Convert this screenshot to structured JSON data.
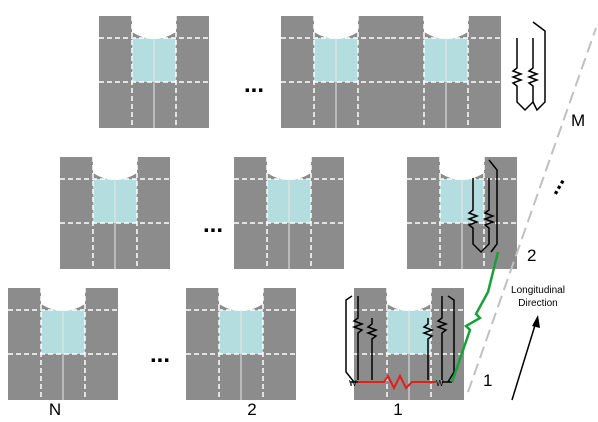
{
  "labels": {
    "column_n": "N",
    "column_2": "2",
    "column_1": "1",
    "row_1": "1",
    "row_2": "2",
    "row_m": "M",
    "ellipsis": "...",
    "longitudinal_line1": "Longitudinal",
    "longitudinal_line2": "Direction"
  },
  "colors": {
    "block": "#8c8c8c",
    "channel": "#b4dde0",
    "divider": "#ffffff",
    "resistor": "#000000",
    "lateral_resistor": "#e0201a",
    "longitudinal_resistor": "#1aa03a",
    "direction_line": "#c0c0c0"
  },
  "icons": [
    "resistor-network-icon",
    "direction-arrow-icon"
  ]
}
